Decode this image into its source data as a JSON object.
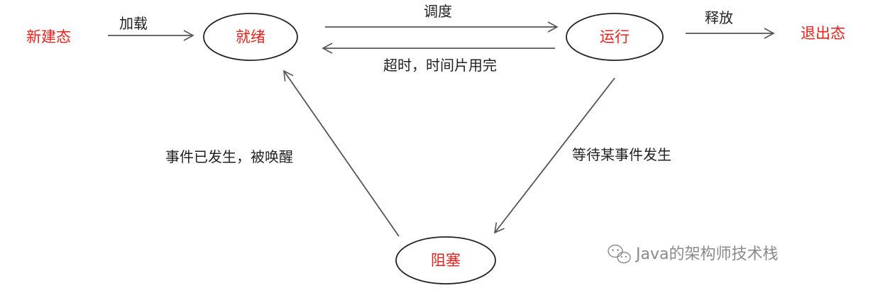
{
  "colors": {
    "state_text": "#e8231f",
    "edge_text": "#222222",
    "stroke": "#555555",
    "watermark": "#8a8a8a"
  },
  "states": {
    "new": "新建态",
    "ready": "就绪",
    "running": "运行",
    "exit": "退出态",
    "blocked": "阻塞"
  },
  "transitions": {
    "load": "加载",
    "dispatch": "调度",
    "timeout": "超时，时间片用完",
    "release": "释放",
    "wait_event": "等待某事件发生",
    "wake_up": "事件已发生，被唤醒"
  },
  "watermark": {
    "icon": "wechat-icon",
    "text": "Java的架构师技术栈"
  }
}
